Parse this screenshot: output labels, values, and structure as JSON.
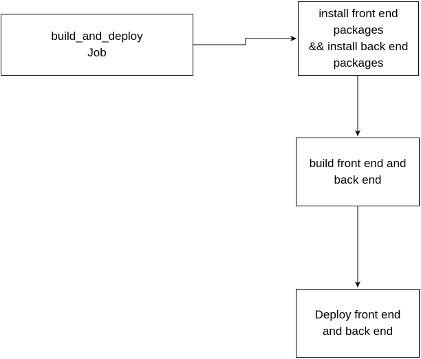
{
  "diagram": {
    "nodes": [
      {
        "id": "job",
        "label": "build_and_deploy\nJob"
      },
      {
        "id": "install",
        "label": "install front end\npackages\n&& install back end\npackages"
      },
      {
        "id": "build",
        "label": "build front end and\nback end"
      },
      {
        "id": "deploy",
        "label": "Deploy front end\nand back end"
      }
    ],
    "edges": [
      {
        "from": "job",
        "to": "install"
      },
      {
        "from": "install",
        "to": "build"
      },
      {
        "from": "build",
        "to": "deploy"
      }
    ],
    "colors": {
      "stroke": "#000000",
      "fill": "#ffffff",
      "text": "#000000"
    }
  }
}
